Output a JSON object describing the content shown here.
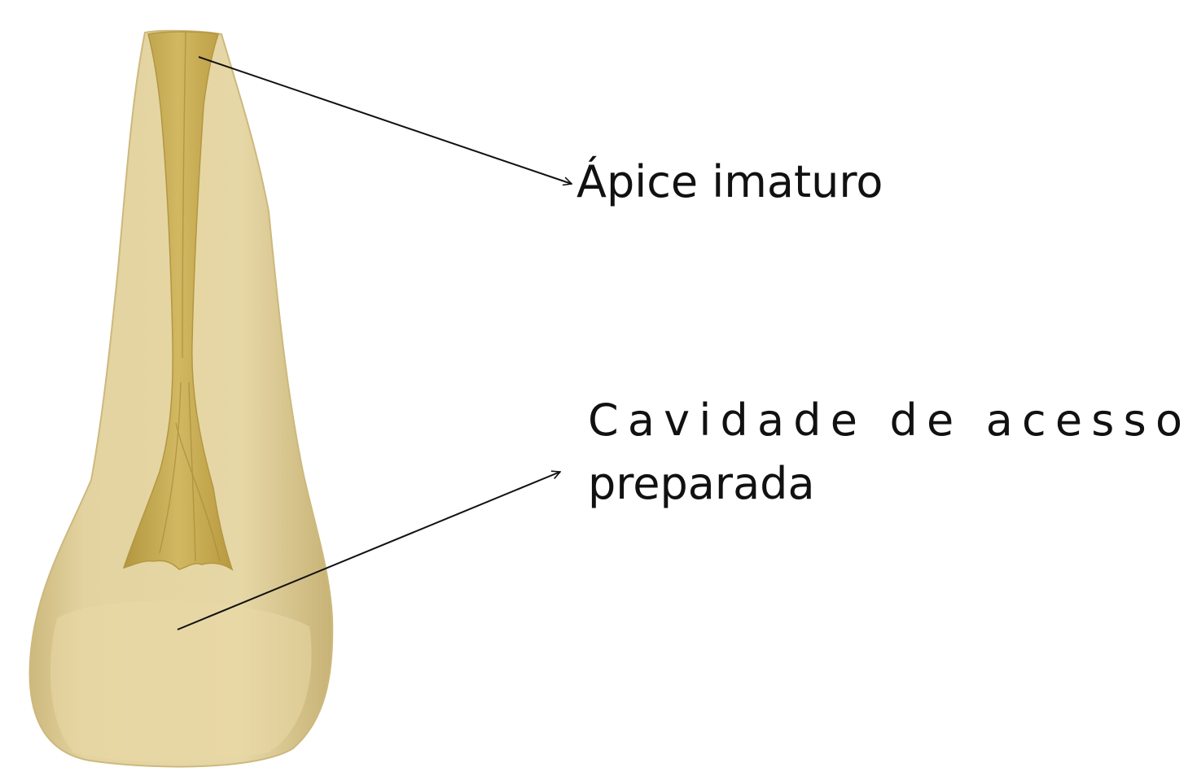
{
  "diagram": {
    "labels": {
      "apex": "Ápice imaturo",
      "access_line1": "Cavidade de acesso",
      "access_line2": "preparada"
    }
  },
  "colors": {
    "tooth_fill": "#e3d3a0",
    "tooth_edge": "#cdb97d",
    "canal_fill": "#cdb25a",
    "canal_dark": "#b39640",
    "leader_line": "#111111"
  }
}
